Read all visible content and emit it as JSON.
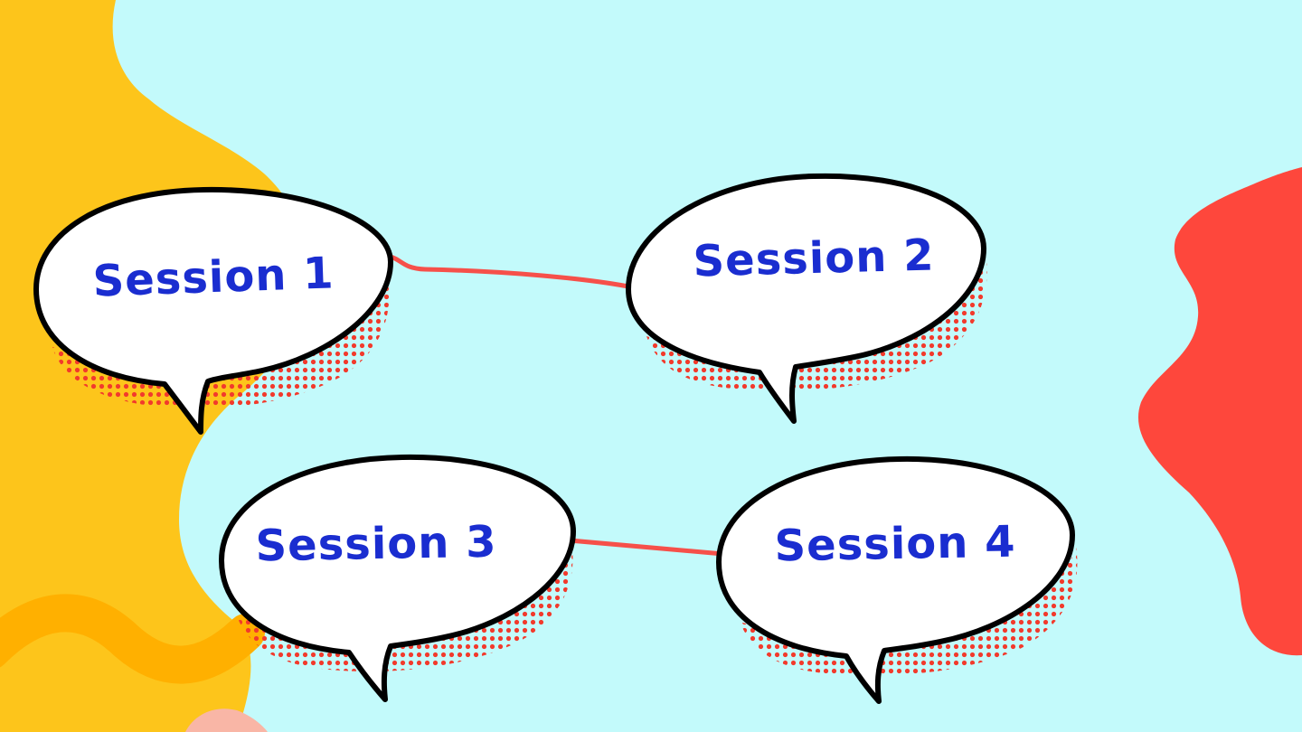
{
  "colors": {
    "background": "#c3fafb",
    "yellow_blob": "#fdc51b",
    "yellow_wave": "#ffb000",
    "red_blob": "#fe473c",
    "pink_corner": "#f9b6a6",
    "connector": "#f6504a",
    "halftone": "#f23a2c",
    "bubble_fill": "#ffffff",
    "bubble_stroke": "#000000",
    "label_text": "#1a2dd0"
  },
  "sessions": [
    {
      "id": "s1",
      "label": "Session 1"
    },
    {
      "id": "s2",
      "label": "Session 2"
    },
    {
      "id": "s3",
      "label": "Session 3"
    },
    {
      "id": "s4",
      "label": "Session 4"
    }
  ],
  "connections": [
    {
      "from": "Session 1",
      "to": "Session 2"
    },
    {
      "from": "Session 3",
      "to": "Session 4"
    }
  ]
}
